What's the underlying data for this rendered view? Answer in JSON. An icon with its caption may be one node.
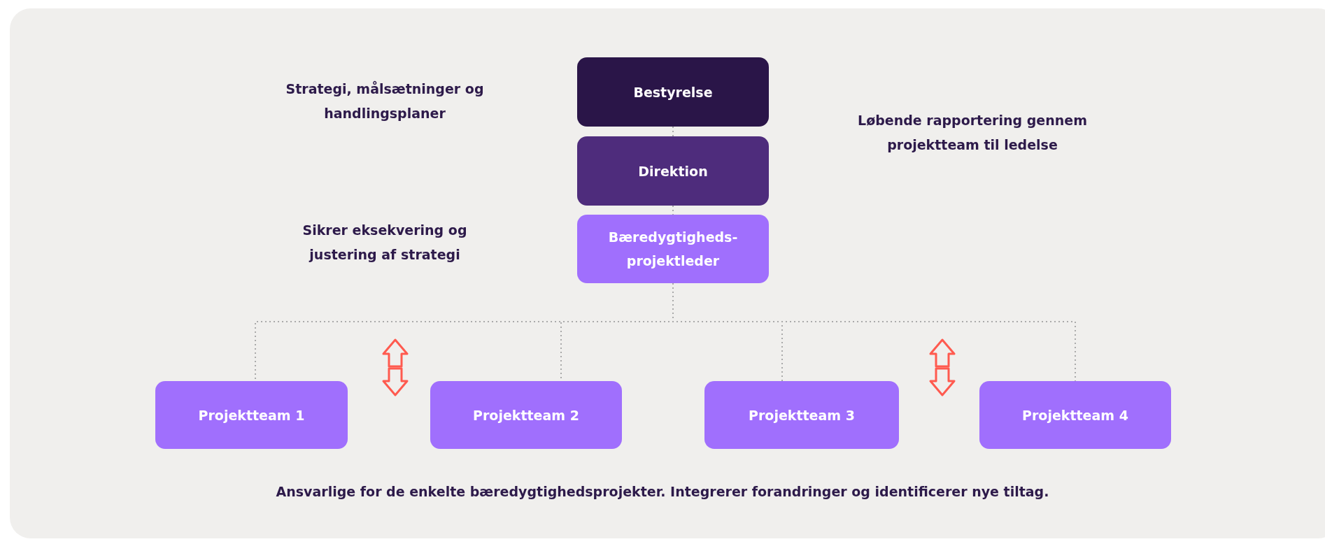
{
  "diagram": {
    "nodes": [
      {
        "text": [
          "Bestyrelse"
        ]
      },
      {
        "text": [
          "Direktion"
        ]
      },
      {
        "text": [
          "Bæredygtigheds- projektleder"
        ]
      },
      {
        "text": [
          "Projektteam 1"
        ]
      },
      {
        "text": [
          "Projektteam 2"
        ]
      },
      {
        "text": [
          "Projektteam 3"
        ]
      },
      {
        "text": [
          "Projektteam 4"
        ]
      }
    ],
    "edges": [
      {
        "from": 0,
        "to": 1,
        "arrow": "none"
      },
      {
        "from": 1,
        "to": 2,
        "arrow": "none"
      },
      {
        "from": 2,
        "to": 3,
        "arrow": "none"
      },
      {
        "from": 2,
        "to": 4,
        "arrow": "none"
      },
      {
        "from": 2,
        "to": 5,
        "arrow": "none"
      },
      {
        "from": 2,
        "to": 6,
        "arrow": "none"
      }
    ],
    "labels": [
      "Strategi, målsætninger og handlingsplaner",
      "Løbende rapportering gennem projektteam til ledelse",
      "Sikrer eksekvering og justering af strategi",
      "Ansvarlige for de enkelte bæredygtighedsprojekter. Integrerer forandringer og identificerer nye tiltag."
    ]
  }
}
